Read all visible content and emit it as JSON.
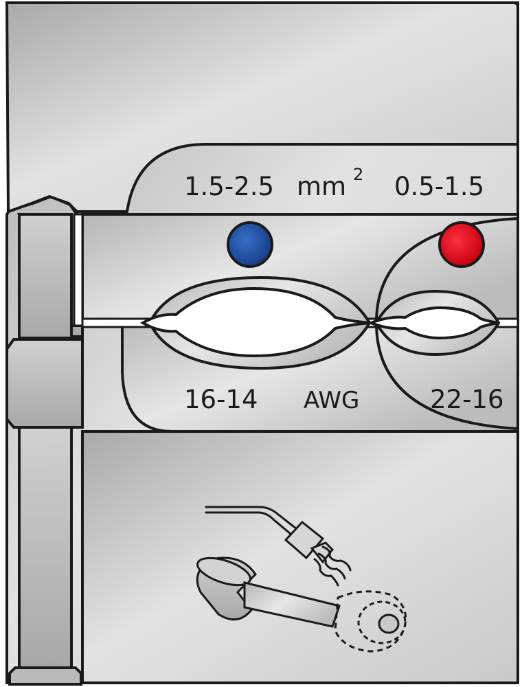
{
  "die_labels": {
    "mm2_upper_left": "1.5-2.5",
    "mm2_unit": "mm",
    "mm2_unit_superscript": "2",
    "mm2_upper_right": "0.5-1.5",
    "awg_lower_left": "16-14",
    "awg_unit": "AWG",
    "awg_lower_right": "22-16"
  },
  "color_markers": [
    {
      "name": "left-marker",
      "color": "#1a4fa0"
    },
    {
      "name": "right-marker",
      "color": "#e0102a"
    }
  ],
  "colors": {
    "steel_light": "#dadada",
    "steel_dark": "#9a9a9a",
    "outline": "#1a1a1a"
  },
  "icons": [
    "crimp-die-profile",
    "stranded-wire-icon",
    "wire-ferrule-icon"
  ]
}
